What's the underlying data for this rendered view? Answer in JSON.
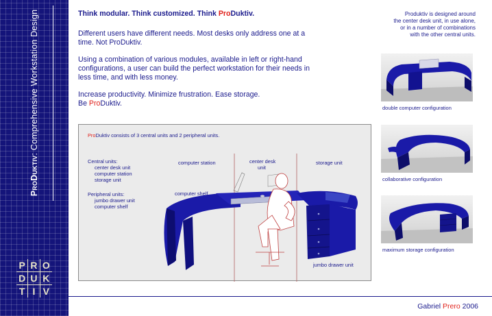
{
  "sidebar": {
    "title_brand": "ProDuktiv",
    "title_rest": ": Comprehensive Workstation Design",
    "logo_letters": [
      "P",
      "R",
      "O",
      "D",
      "U",
      "K",
      "T",
      "I",
      "V"
    ]
  },
  "intro": {
    "headline_a": "Think modular. Think customized. Think ",
    "headline_brand_red": "Pro",
    "headline_brand_rest": "Duktiv.",
    "p1": "Different users have different needs. Most desks only address one at a time. Not ProDuktiv.",
    "p2": "Using a combination of various modules, available in left or right-hand configurations, a user can build the perfect workstation for their needs in less time, and with less money.",
    "p3a": "Increase productivity. Minimize frustration. Ease storage.",
    "p3b_pre": "Be ",
    "p3b_red": "Pro",
    "p3b_rest": "Duktiv."
  },
  "side_description": {
    "line1": "Produktiv is designed around",
    "line2": "the center desk unit, in use alone,",
    "line3": "or in a number of combinations",
    "line4": "with the other central units."
  },
  "configurations": [
    {
      "caption": "double computer configuration"
    },
    {
      "caption": "collaborative configuration"
    },
    {
      "caption": "maximum storage configuration"
    }
  ],
  "diagram": {
    "summary_red": "Pro",
    "summary_rest": "Duktiv consists of 3 central units and 2 peripheral units.",
    "central_heading": "Central units:",
    "central_items": [
      "center desk unit",
      "computer station",
      "storage unit"
    ],
    "peripheral_heading": "Peripheral units:",
    "peripheral_items": [
      "jumbo drawer unit",
      "computer shelf"
    ],
    "label_computer_station": "computer station",
    "label_center_desk_a": "center desk",
    "label_center_desk_b": "unit",
    "label_storage_unit": "storage unit",
    "label_computer_shelf": "computer shelf",
    "label_jumbo_drawer": "jumbo drawer unit"
  },
  "footer": {
    "name_first": "Gabriel ",
    "name_red": "Prero",
    "year": " 2006"
  },
  "colors": {
    "navy": "#14147a",
    "text_blue": "#1a1a8c",
    "accent_red": "#e0201a",
    "desk_blue": "#1a1aa8"
  }
}
